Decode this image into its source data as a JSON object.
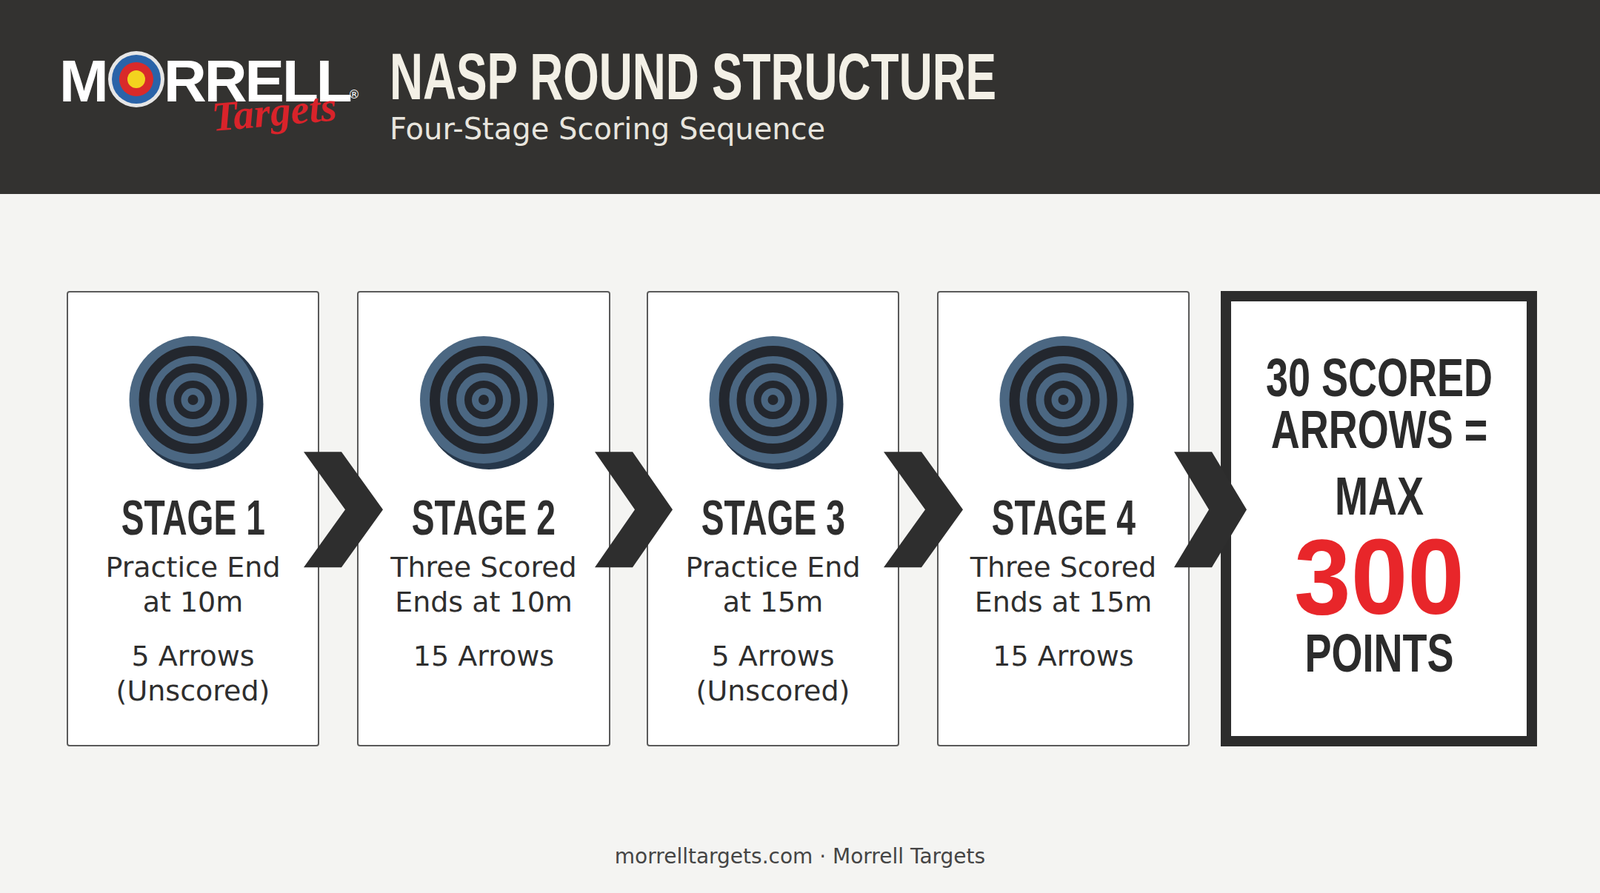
{
  "diagram": {
    "title": "NASP ROUND STRUCTURE",
    "nodes": [
      {
        "text": [
          "STAGE 1",
          "Practice End at 10m",
          "5 Arrows (Unscored)"
        ]
      },
      {
        "text": [
          "STAGE 2",
          "Three Scored Ends at 10m",
          "15 Arrows"
        ]
      },
      {
        "text": [
          "STAGE 3",
          "Practice End at 15m",
          "5 Arrows (Unscored)"
        ]
      },
      {
        "text": [
          "STAGE 4",
          "Three Scored Ends at 15m",
          "15 Arrows"
        ]
      },
      {
        "text": [
          "30 SCORED ARROWS =",
          "MAX",
          "300",
          "POINTS"
        ]
      }
    ],
    "edges": [
      {
        "from": 0,
        "to": 1,
        "arrow": "to"
      },
      {
        "from": 1,
        "to": 2,
        "arrow": "to"
      },
      {
        "from": 2,
        "to": 3,
        "arrow": "to"
      },
      {
        "from": 3,
        "to": 4,
        "arrow": "to"
      }
    ],
    "labels": [
      "M",
      "RRELL",
      "®",
      "Targets",
      "Four-Stage Scoring Sequence",
      "morrelltargets.com · Morrell Targets"
    ]
  }
}
